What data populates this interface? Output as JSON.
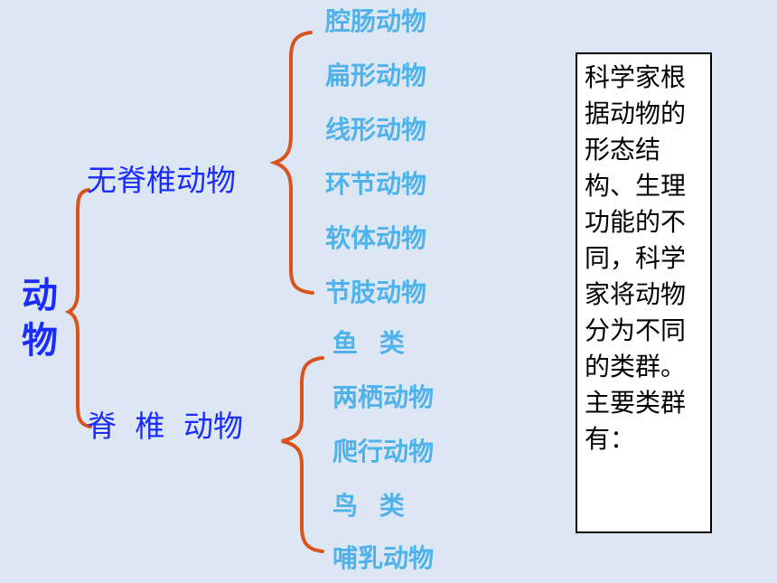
{
  "root": {
    "label": "动物"
  },
  "branches": [
    {
      "label": "无脊椎动物",
      "items": [
        "腔肠动物",
        "扁形动物",
        "线形动物",
        "环节动物",
        "软体动物",
        "节肢动物"
      ]
    },
    {
      "label": "脊 椎 动物",
      "items": [
        "鱼 类",
        "两栖动物",
        "爬行动物",
        "鸟 类",
        "哺乳动物"
      ]
    }
  ],
  "note": {
    "text": "科学家根据动物的形态结构、生理功能的不同，科学家将动物分为不同的类群。主要类群有："
  },
  "colors": {
    "background": "#dde7f3",
    "root_text": "#1a2cff",
    "branch_text": "#1a2cff",
    "leaf_text": "#4fb2ea",
    "brace": "#d9531e"
  }
}
